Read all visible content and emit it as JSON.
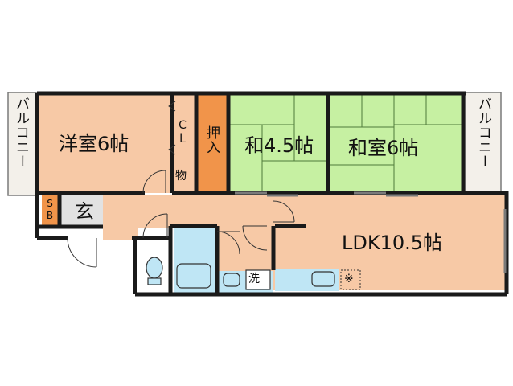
{
  "rooms": {
    "western_room": "洋室6帖",
    "japanese_room_small": "和4.5帖",
    "japanese_room_large": "和室6帖",
    "ldk": "LDK10.5帖",
    "entrance": "玄",
    "oshiire": "押入",
    "closet": "CL",
    "storage": "物",
    "shoe_box": "SB",
    "washer": "洗",
    "kitchen_mark": "※"
  },
  "balconies": {
    "left": "バルコニー",
    "right": "バルコニー"
  },
  "colors": {
    "western_floor": "#f7c9a6",
    "tatami": "#c6f0a2",
    "ldk_floor": "#f7c9a6",
    "oshiire": "#f1944a",
    "wet_area": "#bfe6f5",
    "wall": "#1a1a1a",
    "balcony": "#f3f0ea",
    "entrance": "#e2e2e2"
  }
}
